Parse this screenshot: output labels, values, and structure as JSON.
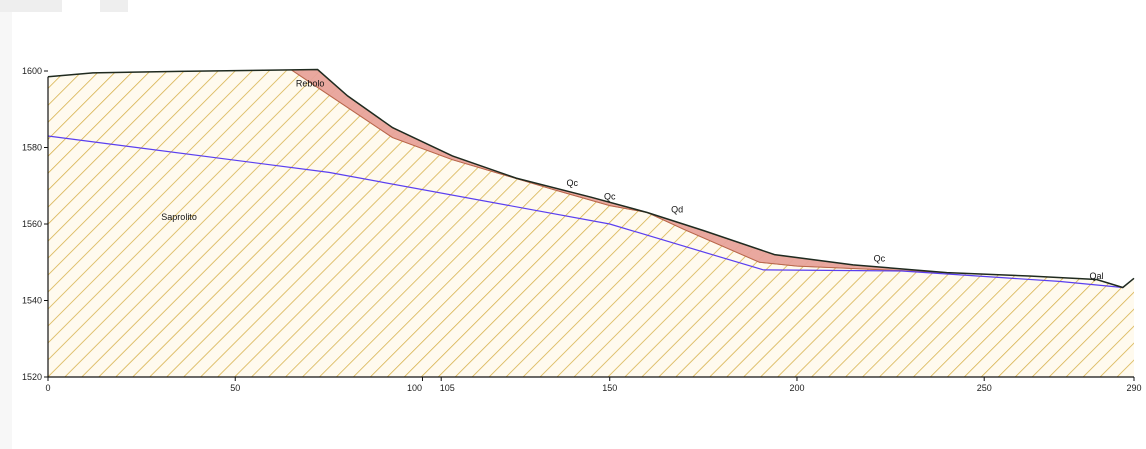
{
  "colors": {
    "hatch": "#d7b24e",
    "hatch_bg": "#fffaee",
    "outline": "#111111",
    "water_table": "#5a3ff0",
    "colluvium": "#e8a49b",
    "colluvium_dark": "#b9674c",
    "ground_line": "#1f2a1f"
  },
  "chart_data": {
    "type": "cross-section",
    "xlim": [
      0,
      290
    ],
    "ylim": [
      1520,
      1600
    ],
    "x_ticks": [
      {
        "value": 0,
        "label": "0"
      },
      {
        "value": 50,
        "label": "50"
      },
      {
        "value": 100,
        "label": "100"
      },
      {
        "value": 105,
        "label": "105"
      },
      {
        "value": 150,
        "label": "150"
      },
      {
        "value": 200,
        "label": "200"
      },
      {
        "value": 250,
        "label": "250"
      },
      {
        "value": 290,
        "label": "290"
      }
    ],
    "y_ticks": [
      {
        "value": 1600,
        "label": "1600"
      },
      {
        "value": 1580,
        "label": "1580"
      },
      {
        "value": 1560,
        "label": "1560"
      },
      {
        "value": 1540,
        "label": "1540"
      },
      {
        "value": 1520,
        "label": "1520"
      }
    ],
    "ground_surface": [
      [
        0,
        1598.5
      ],
      [
        12,
        1599.5
      ],
      [
        35,
        1599.9
      ],
      [
        65,
        1600.3
      ],
      [
        72,
        1600.4
      ],
      [
        80,
        1593.5
      ],
      [
        92,
        1585.2
      ],
      [
        108,
        1577.8
      ],
      [
        125,
        1572
      ],
      [
        145,
        1567
      ],
      [
        160,
        1563
      ],
      [
        175,
        1558.3
      ],
      [
        194,
        1552
      ],
      [
        215,
        1549.3
      ],
      [
        240,
        1547.3
      ],
      [
        262,
        1546.4
      ],
      [
        280,
        1545.5
      ],
      [
        287,
        1543.4
      ],
      [
        290,
        1545.8
      ]
    ],
    "colluvium_base": [
      [
        65,
        1600.3
      ],
      [
        92,
        1582.6
      ],
      [
        108,
        1576.8
      ],
      [
        135,
        1569
      ],
      [
        150,
        1564.8
      ],
      [
        160,
        1563
      ],
      [
        170,
        1558.5
      ],
      [
        190,
        1550
      ],
      [
        200,
        1549
      ],
      [
        240,
        1547.3
      ]
    ],
    "water_table": [
      [
        0,
        1583
      ],
      [
        75,
        1573.5
      ],
      [
        150,
        1560
      ],
      [
        191,
        1548
      ],
      [
        228,
        1547.7
      ],
      [
        270,
        1545
      ],
      [
        287,
        1543.4
      ]
    ],
    "labels": [
      {
        "text": "Rebolo",
        "x": 70,
        "y": 1596
      },
      {
        "text": "Saprolito",
        "x": 35,
        "y": 1561
      },
      {
        "text": "Qc",
        "x": 140,
        "y": 1570
      },
      {
        "text": "Qc",
        "x": 150,
        "y": 1566.4
      },
      {
        "text": "Qd",
        "x": 168,
        "y": 1563
      },
      {
        "text": "Qc",
        "x": 222,
        "y": 1550.2
      },
      {
        "text": "Qal",
        "x": 280,
        "y": 1545.6
      }
    ]
  }
}
